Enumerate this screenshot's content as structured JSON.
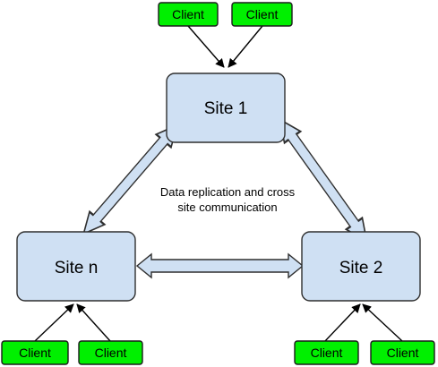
{
  "sites": {
    "site1": "Site 1",
    "site2": "Site 2",
    "siten": "Site n"
  },
  "clients": {
    "label": "Client"
  },
  "caption": {
    "line1": "Data replication and cross",
    "line2": "site communication"
  },
  "colors": {
    "site_fill": "#cfe0f3",
    "site_stroke": "#2f2f2f",
    "client_fill": "#00f000",
    "client_stroke": "#1a1a1a",
    "arrow_fill": "#cfe0f3",
    "line": "#000000"
  }
}
